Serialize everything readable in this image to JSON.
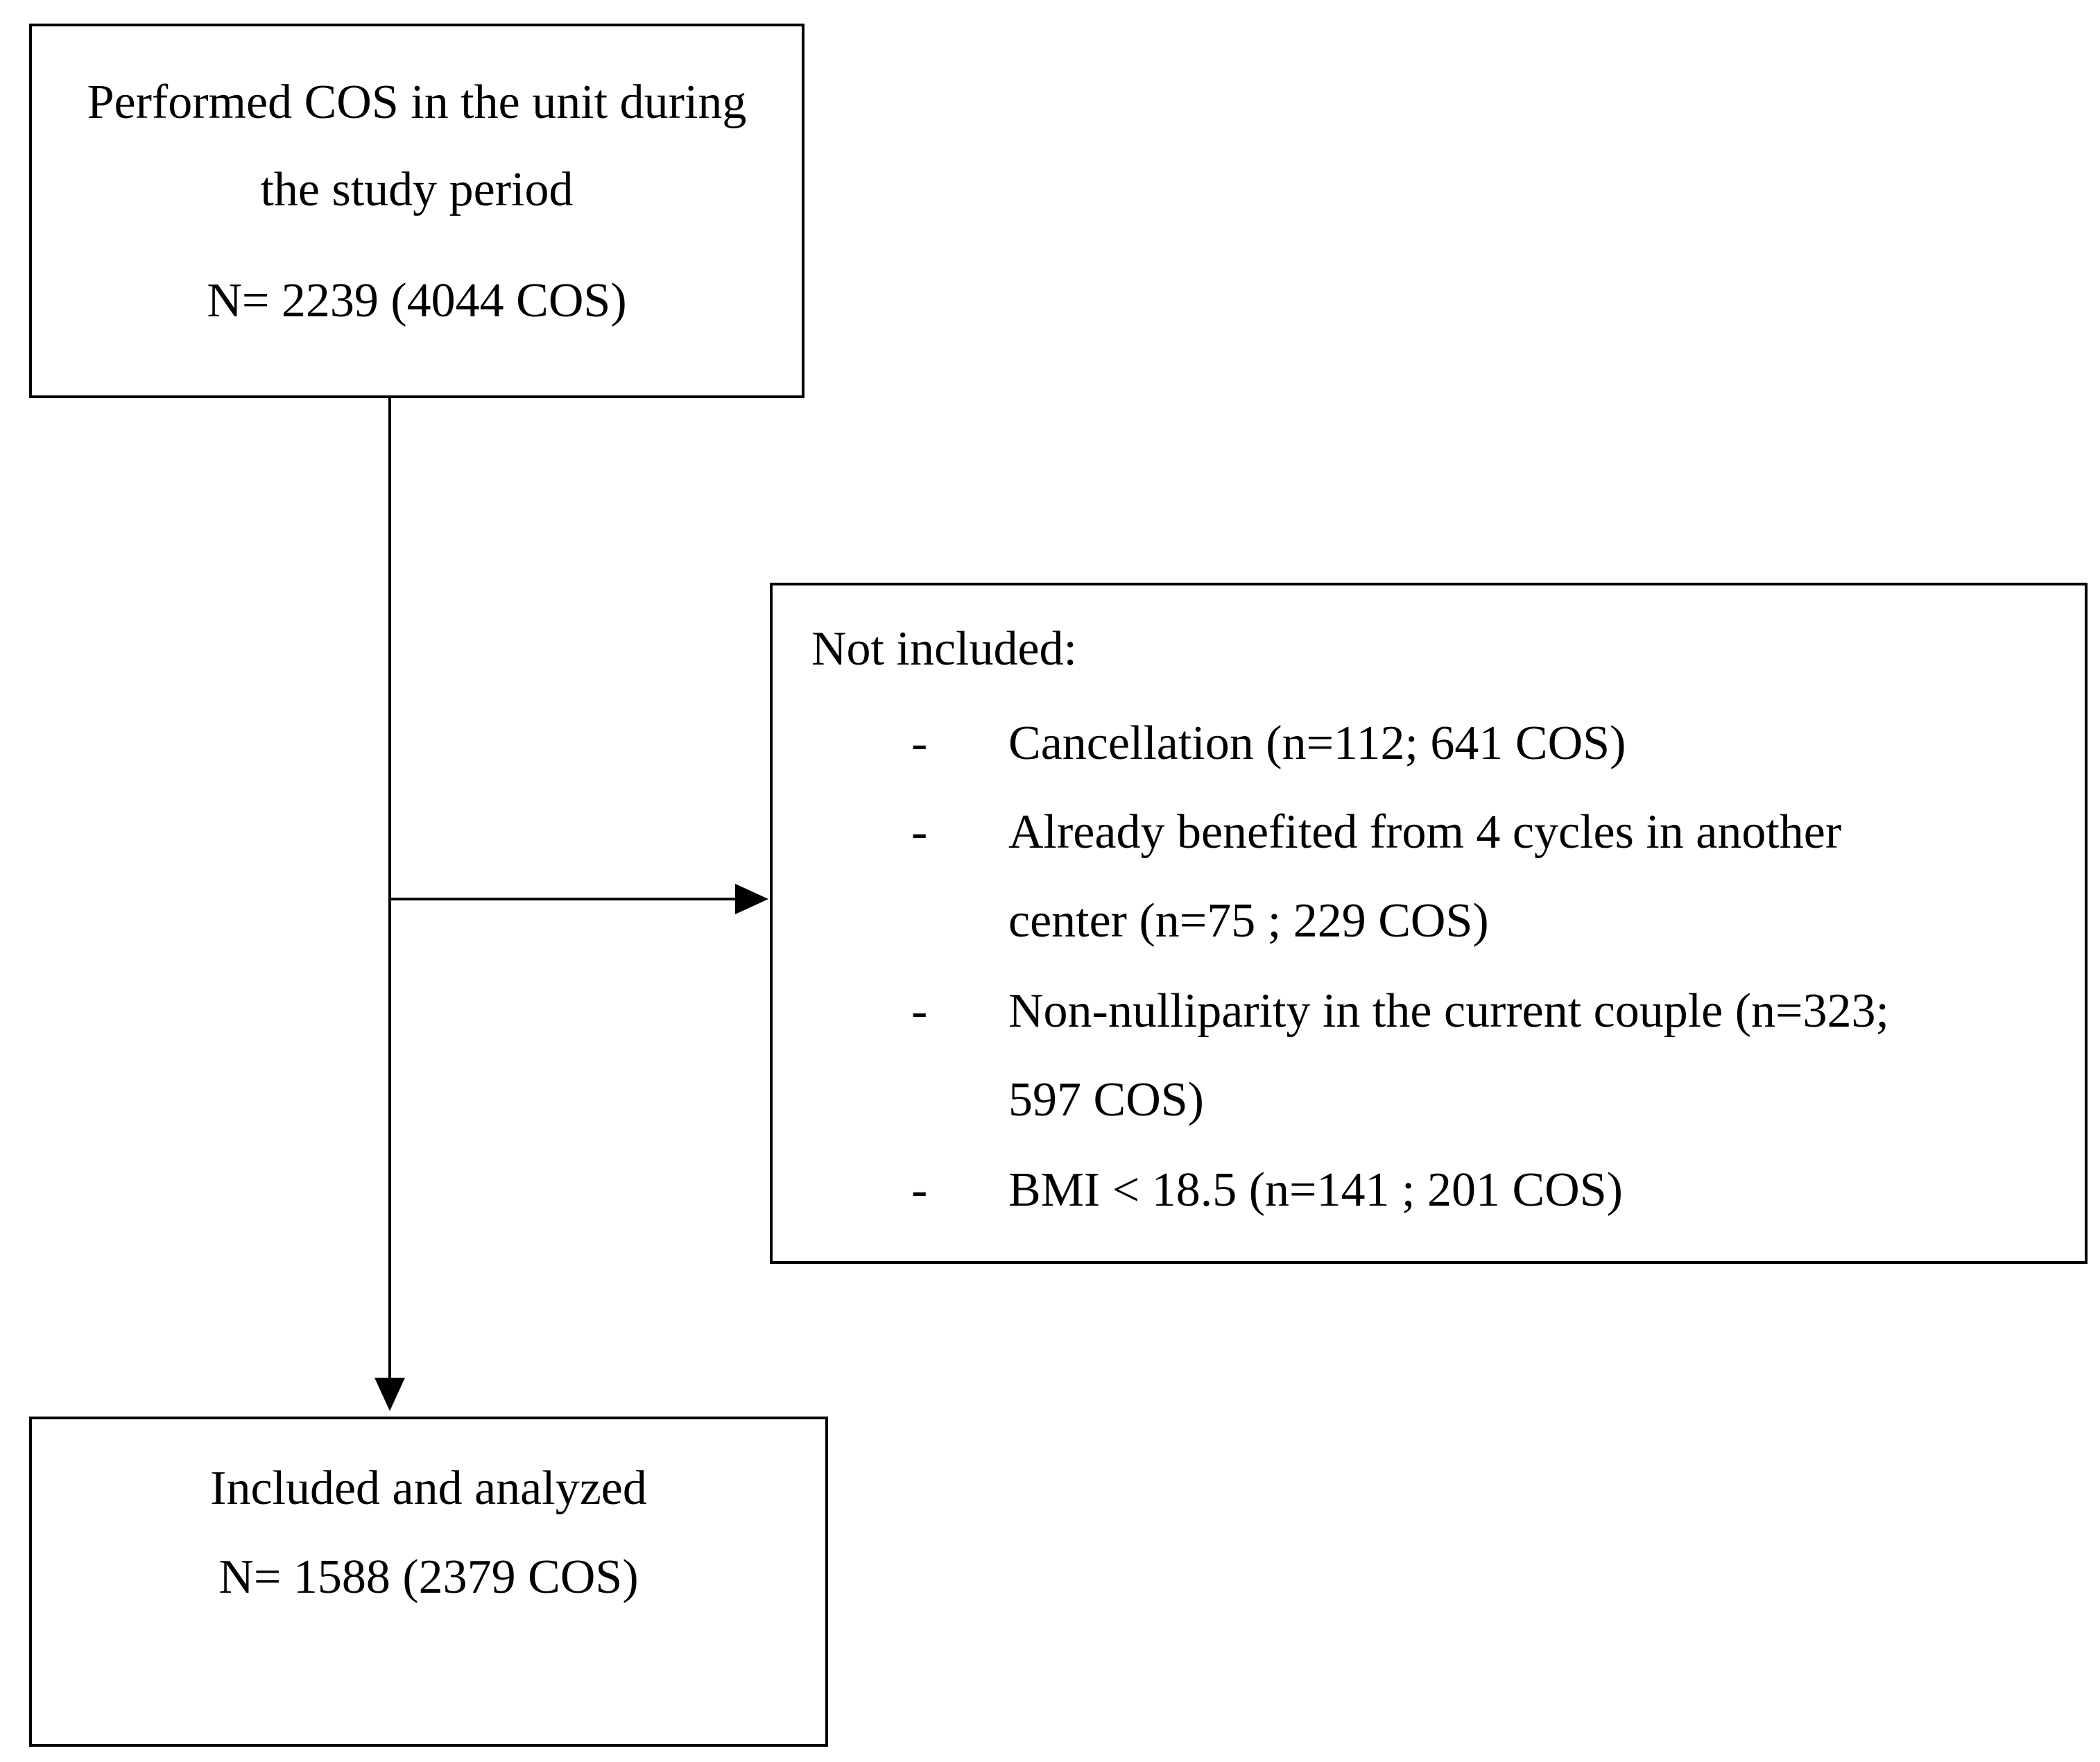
{
  "top_box": {
    "line1": "Performed COS in the unit during",
    "line2": "the study period",
    "line3": "N= 2239 (4044 COS)"
  },
  "excluded_box": {
    "heading": "Not included:",
    "items": [
      {
        "bullet": "-",
        "lines": [
          "Cancellation (n=112; 641 COS)"
        ]
      },
      {
        "bullet": "-",
        "lines": [
          "Already benefited from 4 cycles in another",
          "center (n=75 ; 229 COS)"
        ]
      },
      {
        "bullet": "-",
        "lines": [
          "Non-nulliparity in the current couple (n=323;",
          "597 COS)"
        ]
      },
      {
        "bullet": "-",
        "lines": [
          "BMI < 18.5 (n=141 ; 201 COS)"
        ]
      }
    ]
  },
  "bottom_box": {
    "line1": "Included and analyzed",
    "line2": "N= 1588 (2379 COS)"
  }
}
